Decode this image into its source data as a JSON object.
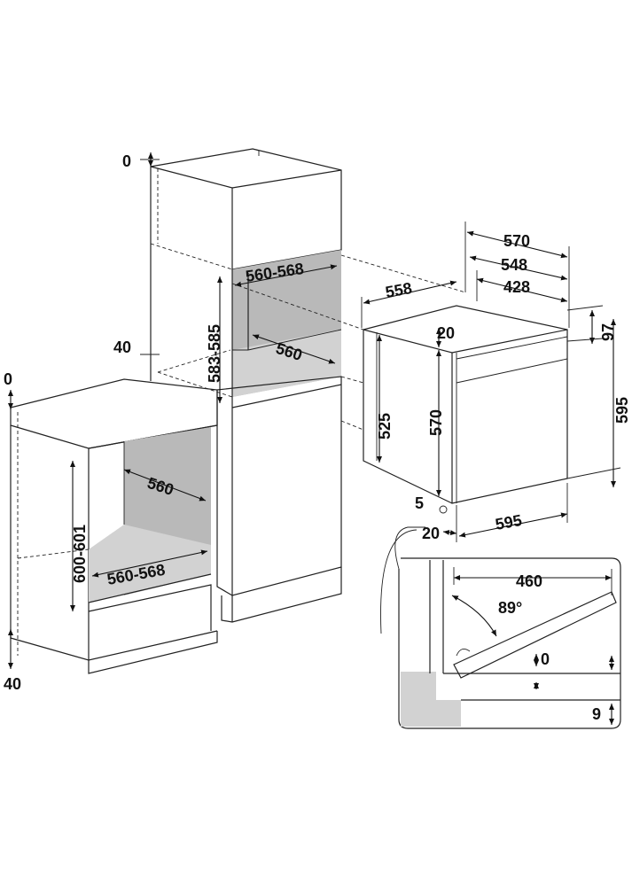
{
  "labels": {
    "tall_top_gap": "0",
    "tall_bottom_gap": "40",
    "tall_niche_width": "560-568",
    "tall_niche_height": "583-585",
    "tall_niche_depth": "560",
    "under_top_gap": "0",
    "under_bottom_gap": "40",
    "under_niche_depth": "560",
    "under_niche_height": "600-601",
    "under_niche_width": "560-568",
    "oven_width_570": "570",
    "oven_width_548": "548",
    "oven_width_428": "428",
    "oven_depth_558": "558",
    "oven_front_97": "97",
    "oven_top_20": "20",
    "oven_height_525": "525",
    "oven_height_570": "570",
    "oven_height_595": "595",
    "oven_width_595": "595",
    "oven_gap_5": "5",
    "oven_gap_20": "20",
    "door_depth_460": "460",
    "door_angle": "89°",
    "door_gap_0": "0",
    "door_gap_9": "9"
  }
}
